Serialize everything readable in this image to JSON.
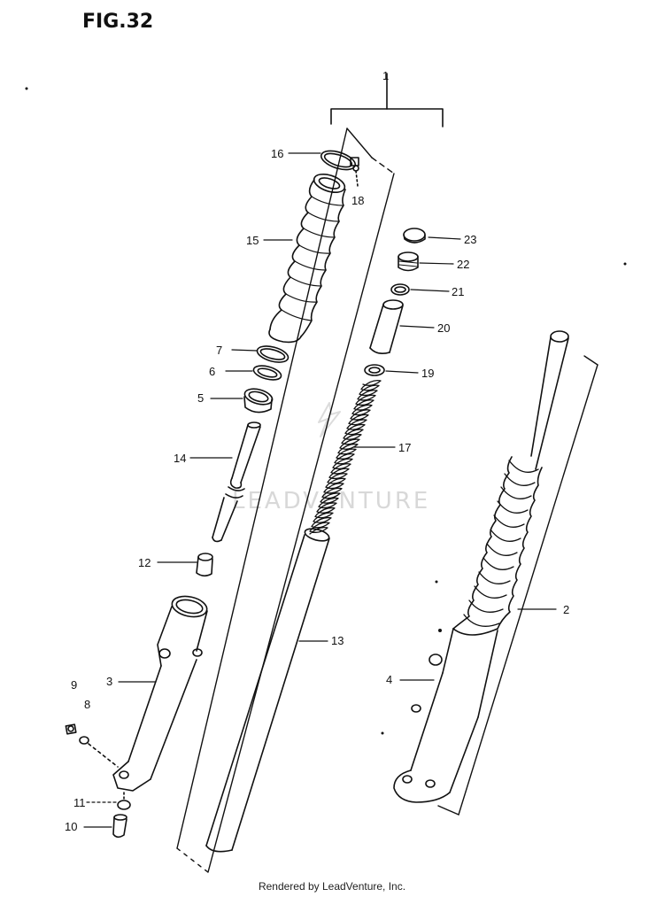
{
  "figure": {
    "title": "FIG.32",
    "footer": "Rendered by LeadVenture, Inc.",
    "watermark": "LEADVENTURE"
  },
  "callouts": [
    {
      "id": "c1",
      "text": "1"
    },
    {
      "id": "c2",
      "text": "2"
    },
    {
      "id": "c3",
      "text": "3"
    },
    {
      "id": "c4",
      "text": "4"
    },
    {
      "id": "c5",
      "text": "5"
    },
    {
      "id": "c6",
      "text": "6"
    },
    {
      "id": "c7",
      "text": "7"
    },
    {
      "id": "c8",
      "text": "8"
    },
    {
      "id": "c9",
      "text": "9"
    },
    {
      "id": "c10",
      "text": "10"
    },
    {
      "id": "c11",
      "text": "11"
    },
    {
      "id": "c12",
      "text": "12"
    },
    {
      "id": "c13",
      "text": "13"
    },
    {
      "id": "c14",
      "text": "14"
    },
    {
      "id": "c15",
      "text": "15"
    },
    {
      "id": "c16",
      "text": "16"
    },
    {
      "id": "c17",
      "text": "17"
    },
    {
      "id": "c18",
      "text": "18"
    },
    {
      "id": "c19",
      "text": "19"
    },
    {
      "id": "c20",
      "text": "20"
    },
    {
      "id": "c21",
      "text": "21"
    },
    {
      "id": "c22",
      "text": "22"
    },
    {
      "id": "c23",
      "text": "23"
    }
  ]
}
